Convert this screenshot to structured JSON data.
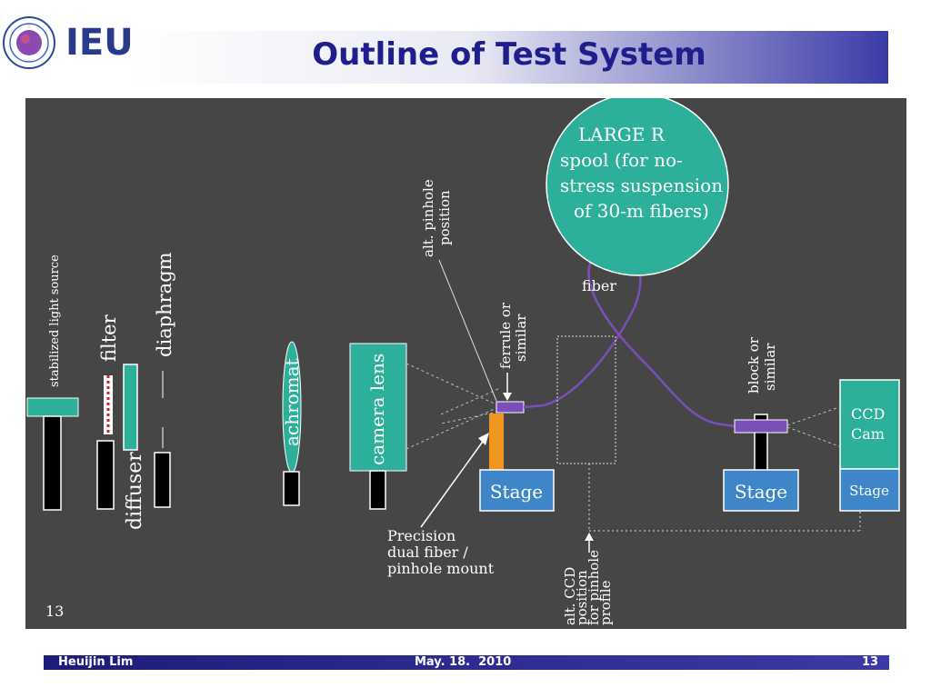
{
  "header": {
    "logo_text": "IEU",
    "title": "Outline of Test System"
  },
  "diagram": {
    "labels": {
      "stabilized_light_source": "stabilized light source",
      "filter": "filter",
      "diaphragm": "diaphragm",
      "diffuser": "diffuser",
      "achromat": "achromat",
      "camera_lens": "camera lens",
      "alt_pinhole_position": [
        "alt. pinhole",
        "position"
      ],
      "ferrule_or_similar": [
        "ferrule or",
        "similar"
      ],
      "fiber": "fiber",
      "large_r_spool": [
        "LARGE R",
        "spool (for no-",
        "stress suspension",
        "of 30-m fibers)"
      ],
      "block_or_similar": [
        "block or",
        "similar"
      ],
      "ccd_cam": [
        "CCD",
        "Cam"
      ],
      "stage_1": "Stage",
      "stage_2": "Stage",
      "stage_3": "Stage",
      "precision_mount": [
        "Precision",
        "dual fiber /",
        "pinhole mount"
      ],
      "alt_ccd_position": [
        "alt. CCD",
        "position",
        "for pinhole",
        "profile"
      ],
      "inner_page_number": "13"
    },
    "colors": {
      "background": "#464646",
      "teal": "#2db09a",
      "purple": "#7a4fb8",
      "orange": "#f0951e",
      "stage_blue": "#3f86c8"
    }
  },
  "footer": {
    "author": "Heuijin Lim",
    "date": "May. 18.  2010",
    "page": "13"
  }
}
